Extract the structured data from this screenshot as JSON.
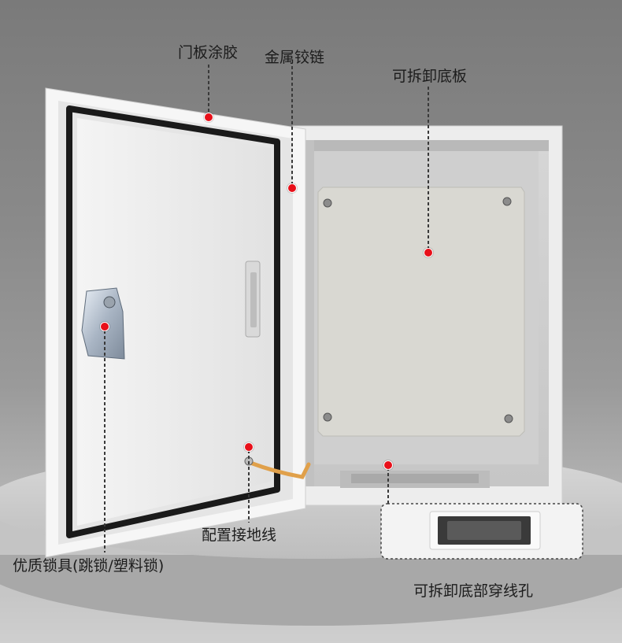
{
  "callouts": {
    "door_glue": "门板涂胶",
    "metal_hinge": "金属铰链",
    "removable_plate": "可拆卸底板",
    "grounding_wire": "配置接地线",
    "quality_lock": "优质锁具(跳锁/塑料锁)",
    "cable_hole_plate": "可拆卸底部穿线孔"
  },
  "colors": {
    "callout_dot": "#e8101a",
    "cabinet_white": "#ececec",
    "mounting_plate": "#d9d8d2",
    "ground_wire": "#e0a04a",
    "gasket": "#1a1a1a"
  }
}
